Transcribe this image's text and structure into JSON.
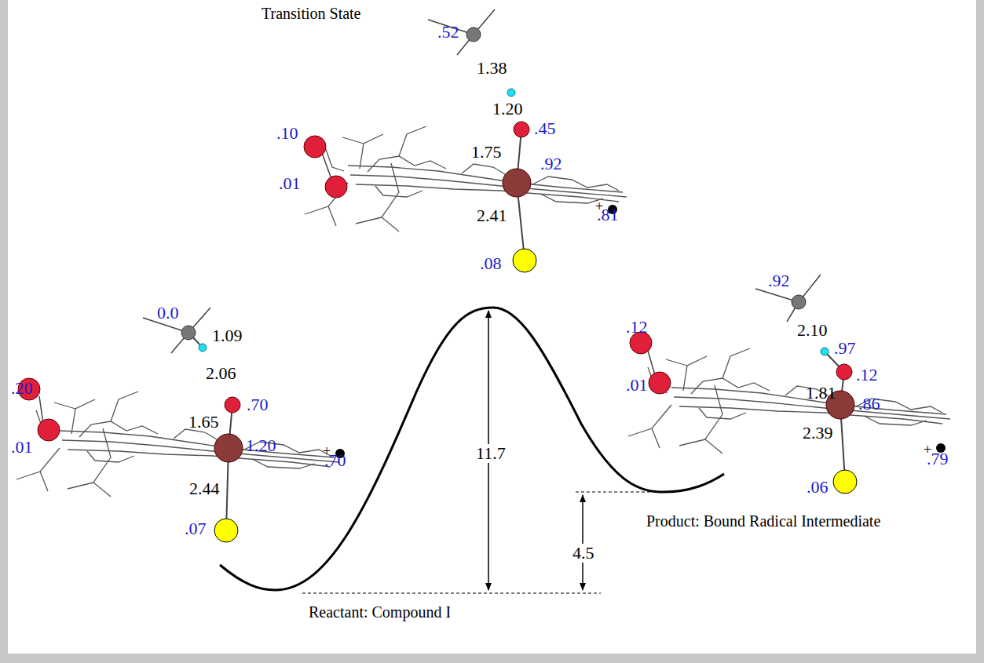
{
  "diagram": {
    "labels": [
      "Transition State",
      ".52",
      "1.38",
      "1.20",
      ".45",
      ".10",
      "1.75",
      ".92",
      ".01",
      "2.41",
      "+",
      ".81",
      ".08",
      "0.0",
      "1.09",
      "2.06",
      ".20",
      ".70",
      "1.65",
      "1.20",
      ".01",
      "2.44",
      "+",
      ".70",
      ".07",
      "11.7",
      ".92",
      "2.10",
      ".97",
      ".12",
      ".12",
      "1.81",
      ".86",
      ".01",
      "2.39",
      "+",
      ".79",
      ".06",
      "4.5",
      "Product: Bound Radical Intermediate",
      "Reactant: Compound I"
    ]
  }
}
